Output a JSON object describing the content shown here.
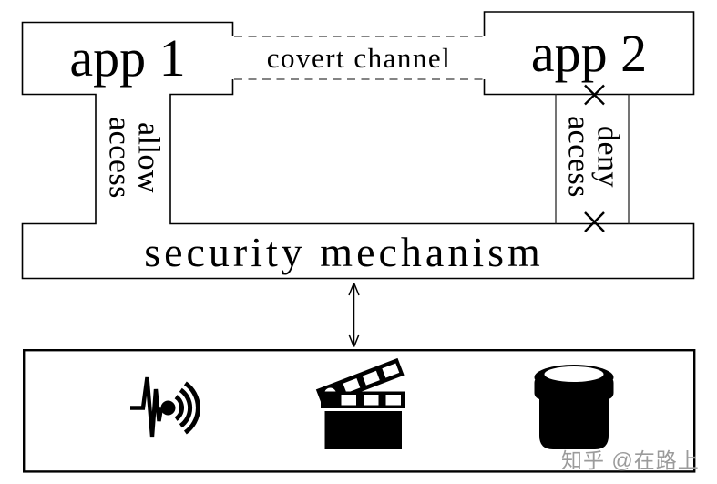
{
  "diagram": {
    "app1_label": "app 1",
    "app2_label": "app 2",
    "covert_channel_label": "covert channel",
    "allow_access_label": "allow\naccess",
    "deny_access_label": "deny\naccess",
    "security_label": "security mechanism",
    "watermark": "知乎 @在路上",
    "icons": [
      "audio-signal-icon",
      "film-clapperboard-icon",
      "database-icon"
    ],
    "colors": {
      "line": "#000000",
      "background": "#ffffff",
      "watermark_gray": "#9b9b9b"
    }
  }
}
